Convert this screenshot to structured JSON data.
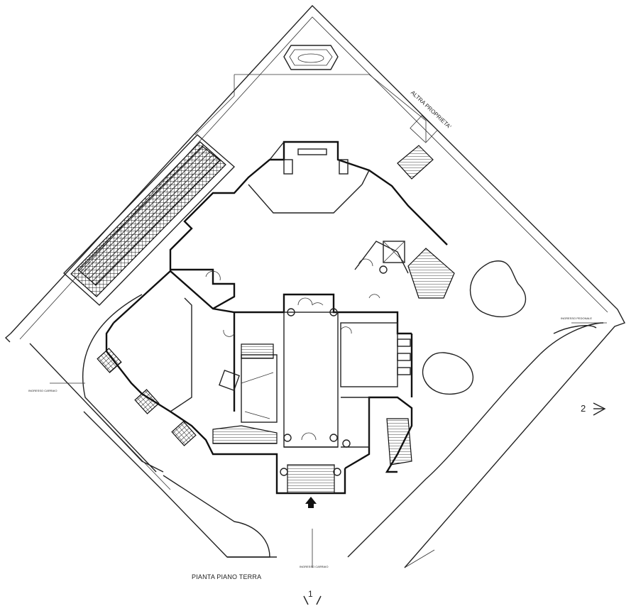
{
  "plan": {
    "title": "PIANTA PIANO TERRA",
    "neighbor_label": "ALTRA PROPRIETA'",
    "access_car_left": "INGRESSO CARRAIO",
    "access_car_right": "INGRESSO PEDONALE",
    "access_car_bottom": "INGRESSO CARRAIO",
    "section_mark_1": "1",
    "section_mark_2": "2",
    "entrance_icon": "arrow-up-icon"
  }
}
